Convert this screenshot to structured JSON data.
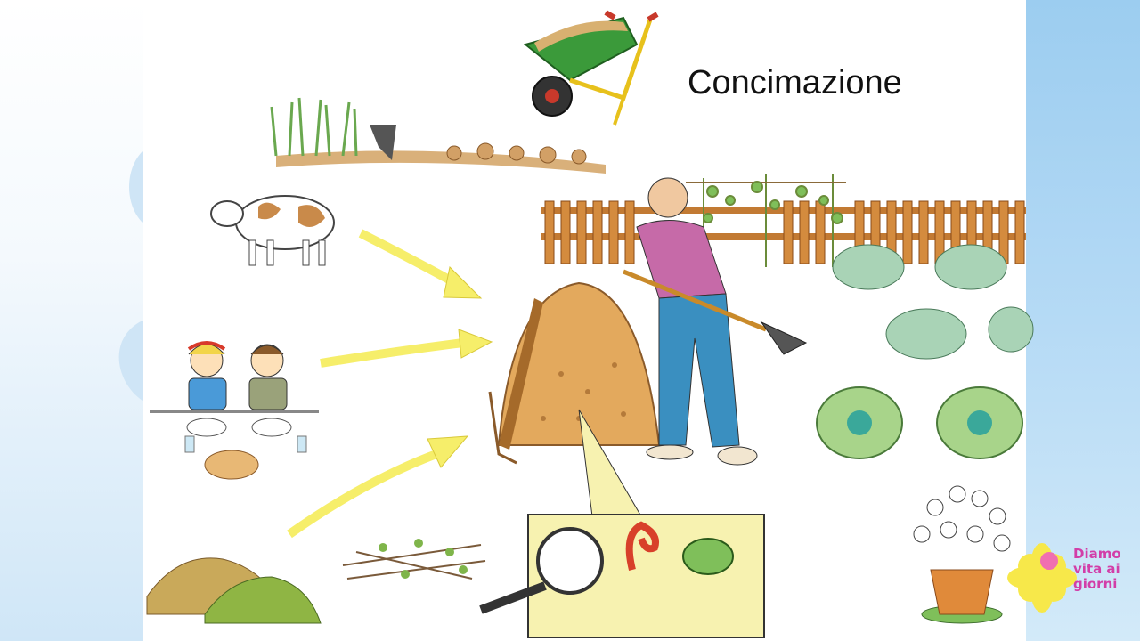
{
  "slide": {
    "title": "Concimazione"
  },
  "brand": {
    "line1": "Diamo",
    "line2": "vita ai",
    "line3": "giorni",
    "colors": {
      "text": "#d23ea8",
      "petal": "#f7e84a",
      "center": "#f06fb0"
    }
  },
  "scene": {
    "sources": [
      "cow",
      "children-eating",
      "garden-clippings"
    ],
    "destination": "compost-heap",
    "arrow_color": "#f6ee6a"
  }
}
